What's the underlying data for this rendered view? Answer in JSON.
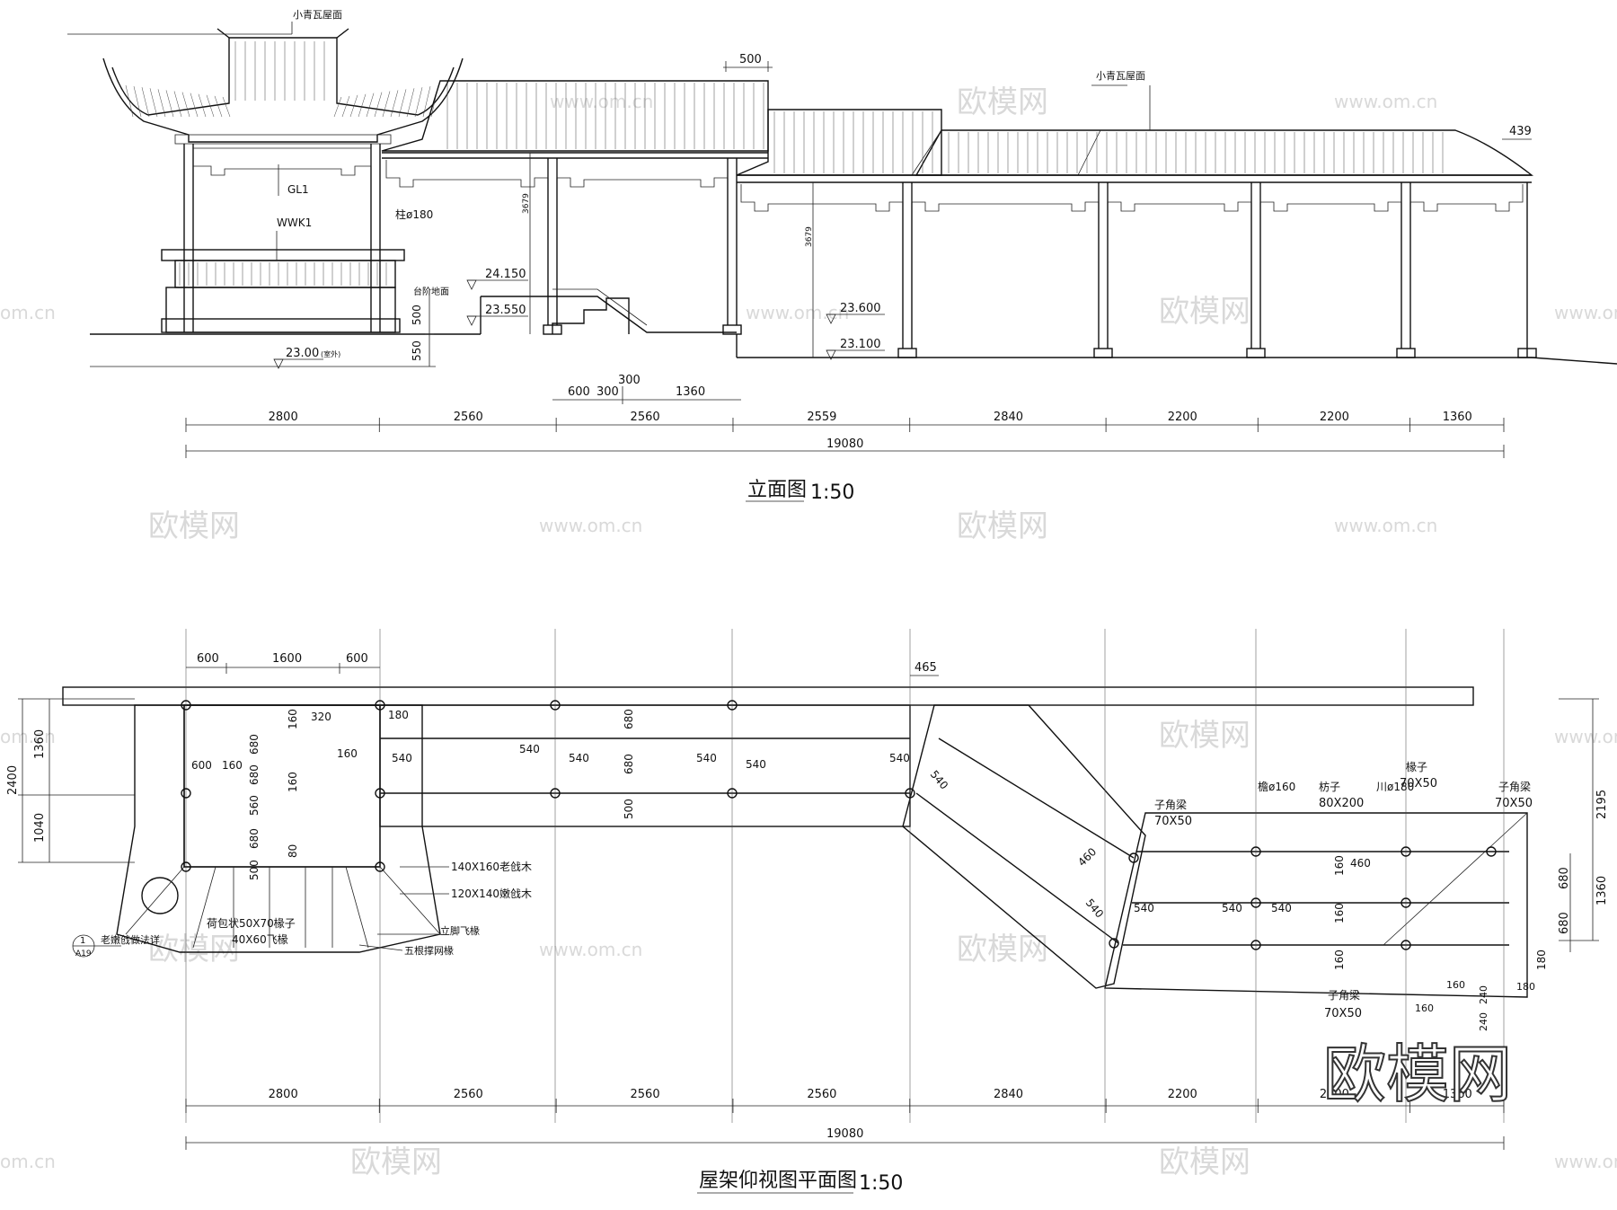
{
  "elevation": {
    "title": "立面图",
    "scale": "1:50",
    "labels": {
      "roof_a": "小青瓦屋面",
      "roof_b": "小青瓦屋面",
      "gl": "GL1",
      "wwk": "WWK1",
      "col": "柱ø180",
      "note": "台阶地面",
      "dim500": "500",
      "dim439": "439",
      "h1": "3679",
      "h2": "3679"
    },
    "levels": [
      "24.150",
      "23.550",
      "23.600",
      "23.100",
      "23.00"
    ],
    "level_suffix": "(室外)",
    "vert_dims": [
      "500",
      "550"
    ],
    "stair_dims": [
      "600",
      "300",
      "300",
      "1360"
    ],
    "bays": [
      "2800",
      "2560",
      "2560",
      "2559",
      "2840",
      "2200",
      "2200",
      "1360"
    ],
    "total": "19080"
  },
  "plan": {
    "title": "屋架仰视图平面图",
    "scale": "1:50",
    "top_dims": [
      "600",
      "1600",
      "600",
      "465"
    ],
    "left_dims": [
      "2400",
      "1360",
      "1040"
    ],
    "right_dims": [
      "2195",
      "680",
      "1360",
      "680",
      "180"
    ],
    "inner_dims": [
      "680",
      "680",
      "560",
      "680",
      "500",
      "160",
      "160",
      "180",
      "320",
      "160",
      "600",
      "160",
      "80",
      "680",
      "680",
      "500"
    ],
    "spacing_540": [
      "540",
      "540",
      "540",
      "540",
      "540",
      "540",
      "540",
      "540",
      "540",
      "540",
      "540"
    ],
    "right_inner": [
      "460",
      "460",
      "160",
      "160",
      "160",
      "240",
      "160",
      "240",
      "160",
      "180"
    ],
    "labels": {
      "beam1": "140X160老戗木",
      "beam2": "120X140嫩戗木",
      "rafter1": "荷包状50X70椽子",
      "rafter2": "40X60飞椽",
      "rafter3": "立脚飞椽",
      "rafter4": "五根撑网椽",
      "detail": "老嫩戗做法详",
      "detail_num": "1",
      "detail_ref": "A19",
      "zj1": "子角梁",
      "zj1s": "70X50",
      "col": "檐ø160",
      "fang": "枋子",
      "fangs": "80X200",
      "zhu": "川ø180",
      "chuan": "椽子",
      "chuans": "70X50",
      "zj2": "子角梁",
      "zj2s": "70X50",
      "zj3": "子角梁",
      "zj3s": "70X50"
    },
    "bays": [
      "2800",
      "2560",
      "2560",
      "2560",
      "2840",
      "2200",
      "2200",
      "1360"
    ],
    "total": "19080"
  },
  "watermark": {
    "brand": "欧模网",
    "url": "www.om.cn",
    "url_short": "om.cn"
  }
}
